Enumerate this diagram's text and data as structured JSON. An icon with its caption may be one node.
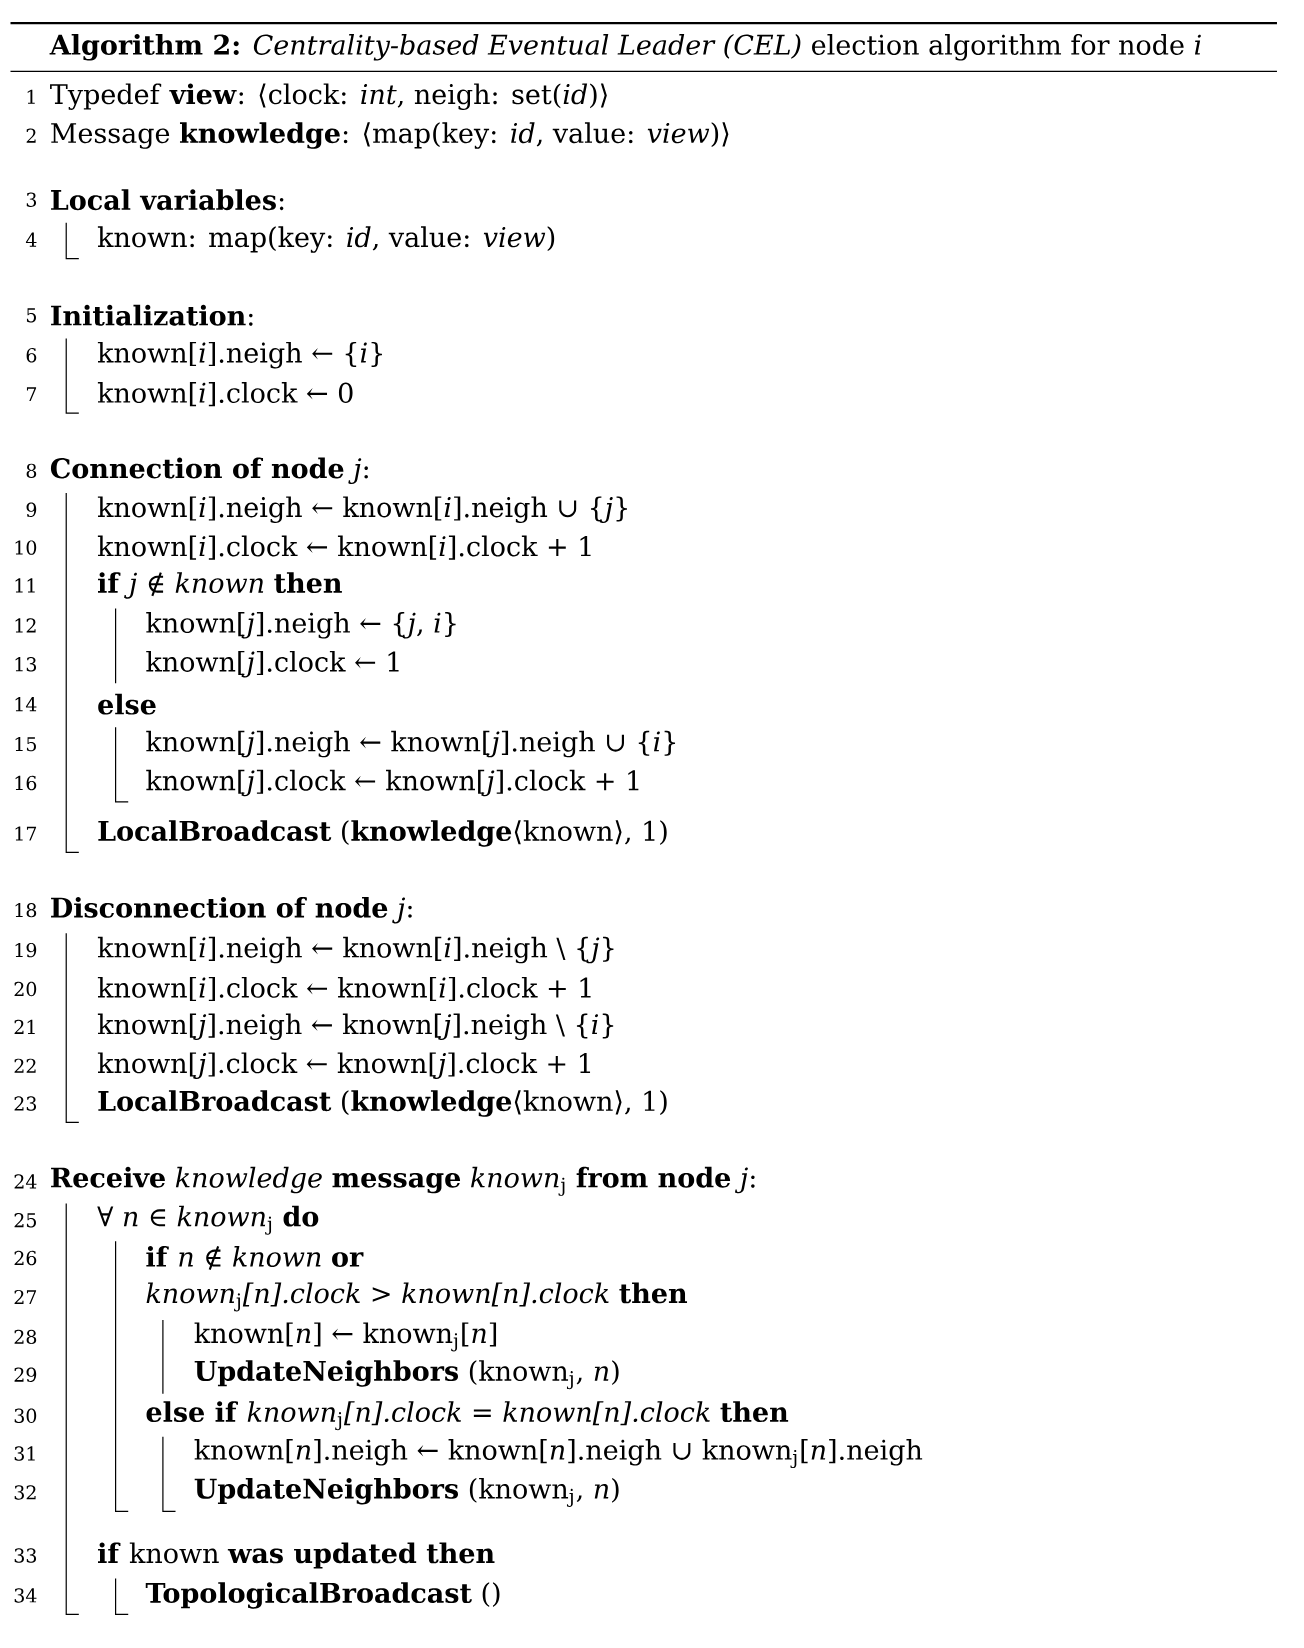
{
  "diagram": {
    "title": "**Algorithm 2:** *Centrality-based Eventual Leader (CEL)* election algorithm for node *i*",
    "labels": [
      "1",
      "Typedef **view**: ⟨clock: *int*, neigh: set(*id*)⟩",
      "2",
      "Message **knowledge**: ⟨map(key: *id*, value: *view*)⟩",
      "3",
      "**Local variables**:",
      "4",
      "known: map(key: *id*, value: *view*)",
      "5",
      "**Initialization**:",
      "6",
      "known[*i*].neigh ← {*i*}",
      "7",
      "known[*i*].clock ← 0",
      "8",
      "**Connection of node** *j*:",
      "9",
      "known[*i*].neigh ← known[*i*].neigh ∪ {*j*}",
      "10",
      "known[*i*].clock ← known[*i*].clock + 1",
      "11",
      "**if** *j* ∉ *known* **then**",
      "12",
      "known[*j*].neigh ← {*j*, *i*}",
      "13",
      "known[*j*].clock ← 1",
      "14",
      "**else**",
      "15",
      "known[*j*].neigh ← known[*j*].neigh ∪ {*i*}",
      "16",
      "known[*j*].clock ← known[*j*].clock + 1",
      "17",
      "**LocalBroadcast** (**knowledge**⟨known⟩, 1)",
      "18",
      "**Disconnection of node** *j*:",
      "19",
      "known[*i*].neigh ← known[*i*].neigh \\ {*j*}",
      "20",
      "known[*i*].clock ← known[*i*].clock + 1",
      "21",
      "known[*j*].neigh ← known[*j*].neigh \\ {*i*}",
      "22",
      "known[*j*].clock ← known[*j*].clock + 1",
      "23",
      "**LocalBroadcast** (**knowledge**⟨known⟩, 1)",
      "24",
      "**Receive** *knowledge* **message** *known*$_{j}$ **from node** *j*:",
      "25",
      "∀ *n* ∈ *known*$_{j}$ **do**",
      "26",
      "**if** *n* ∉ *known* **or**",
      "27",
      "*known*$_{j}$*[n].clock > known[n].clock* **then**",
      "28",
      "known[*n*] ← known$_{j}$[*n*]",
      "29",
      "**UpdateNeighbors** (known$_{j}$, *n*)",
      "30",
      "**else if** *known*$_{j}$*[n].clock = known[n].clock* **then**",
      "31",
      "known[*n*].neigh ← known[*n*].neigh ∪ known$_{j}$[*n*].neigh",
      "32",
      "**UpdateNeighbors** (known$_{j}$, *n*)",
      "33",
      "**if** known **was updated then**",
      "34",
      "**TopologicalBroadcast** ()"
    ]
  }
}
